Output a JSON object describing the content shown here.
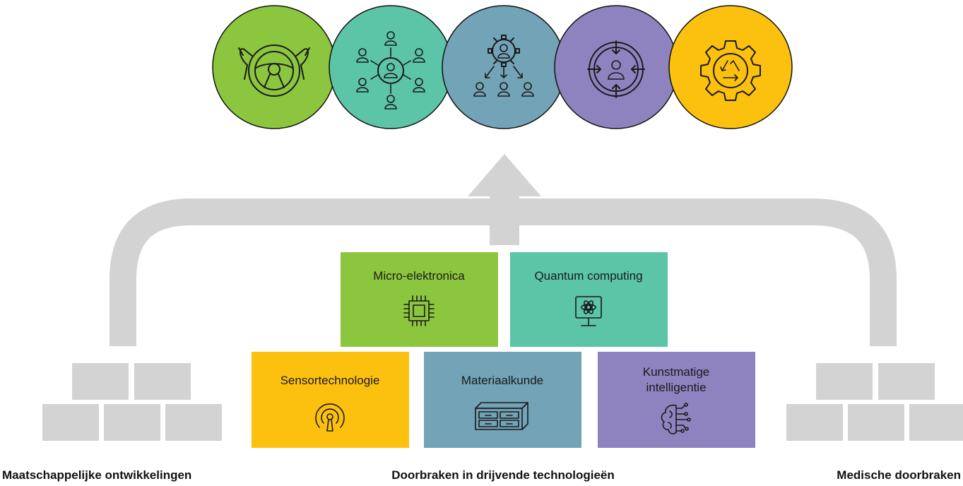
{
  "colors": {
    "green": "#8cc63f",
    "teal": "#5cc4a7",
    "steel_blue": "#72a3b6",
    "purple": "#8e83bf",
    "yellow": "#fcc10f",
    "gray": "#d3d3d3",
    "outline": "#111111"
  },
  "circles": [
    {
      "icon": "steering-wheel-hands-icon",
      "color": "#8cc63f"
    },
    {
      "icon": "people-network-icon",
      "color": "#5cc4a7"
    },
    {
      "icon": "team-gear-distribution-icon",
      "color": "#72a3b6"
    },
    {
      "icon": "person-target-focus-icon",
      "color": "#8e83bf"
    },
    {
      "icon": "gear-recycle-icon",
      "color": "#fcc10f"
    }
  ],
  "technologies": {
    "micro": {
      "label": "Micro-elektronica",
      "icon": "microchip-icon",
      "color": "#8cc63f"
    },
    "quantum": {
      "label": "Quantum computing",
      "icon": "quantum-monitor-icon",
      "color": "#5cc4a7"
    },
    "sensor": {
      "label": "Sensortechnologie",
      "icon": "sensor-antenna-icon",
      "color": "#fcc10f"
    },
    "material": {
      "label": "Materiaalkunde",
      "icon": "material-block-icon",
      "color": "#72a3b6"
    },
    "ai": {
      "label_line1": "Kunstmatige",
      "label_line2": "intelligentie",
      "icon": "brain-circuit-icon",
      "color": "#8e83bf"
    }
  },
  "captions": {
    "left": "Maatschappelijke ontwikkelingen",
    "center": "Doorbraken in drijvende technologieën",
    "right": "Medische doorbraken"
  }
}
